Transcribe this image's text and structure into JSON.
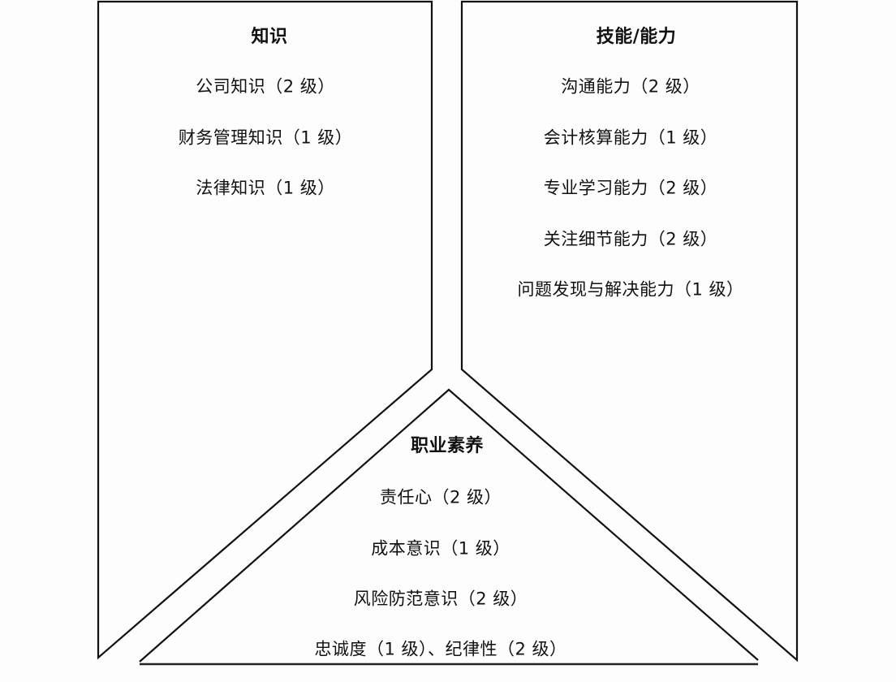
{
  "diagram": {
    "knowledge": {
      "title": "知识",
      "items": [
        "公司知识（2 级）",
        "财务管理知识（1 级）",
        "法律知识（1 级）"
      ]
    },
    "skills": {
      "title": "技能/能力",
      "items": [
        "沟通能力（2 级）",
        "会计核算能力（1 级）",
        "专业学习能力（2 级）",
        "关注细节能力（2 级）",
        "问题发现与解决能力（1 级）"
      ]
    },
    "professionalism": {
      "title": "职业素养",
      "items": [
        "责任心（2 级）",
        "成本意识（1 级）",
        "风险防范意识（2 级）",
        "忠诚度（1 级）、纪律性（2 级）"
      ]
    },
    "colors": {
      "stroke": "#111111",
      "background": "#fdfdfd"
    }
  }
}
